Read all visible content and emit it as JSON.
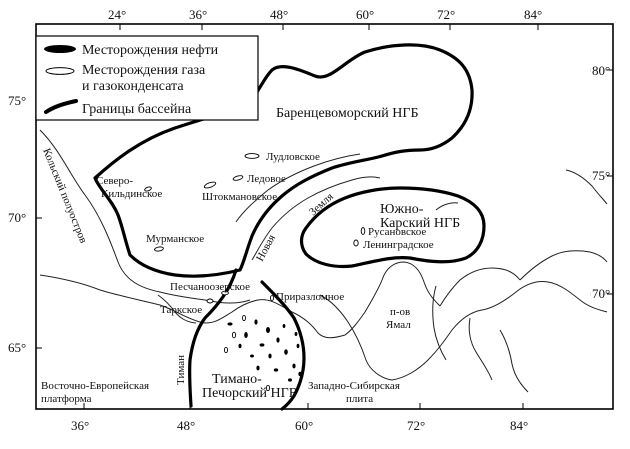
{
  "ticks": {
    "top": [
      "24°",
      "36°",
      "48°",
      "60°",
      "72°",
      "84°"
    ],
    "bottom": [
      "36°",
      "48°",
      "60°",
      "72°",
      "84°"
    ],
    "left": [
      "75°",
      "70°",
      "65°"
    ],
    "right": [
      "80°",
      "75°",
      "70°"
    ]
  },
  "legend": {
    "oil": "Месторождения нефти",
    "gas_line1": "Месторождения газа",
    "gas_line2": "и газоконденсата",
    "boundary": "Границы бассейна"
  },
  "basins": {
    "barents": "Баренцевоморский НГБ",
    "south_kara_1": "Южно-",
    "south_kara_2": "Карский НГБ",
    "timan_pechora_1": "Тимано-",
    "timan_pechora_2": "Печорский НГБ"
  },
  "fields": {
    "ludlovskoe": "Лудловское",
    "ledovoe": "Ледовое",
    "shtokmanovskoe": "Штокмановское",
    "severo_kildinskoe_1": "Северо-",
    "severo_kildinskoe_2": "Кильдинское",
    "murmanskoe": "Мурманское",
    "rusanovskoe": "Русановское",
    "leningradskoe": "Ленинградское",
    "peschanoozerskoe": "Песчаноозерское",
    "tarkskoe": "Таркское",
    "prirazlomnoe": "Приразломное"
  },
  "regions": {
    "kola": "Кольский полуостров",
    "novaya": "Новая",
    "zemlya": "Земля",
    "yamal_1": "п-ов",
    "yamal_2": "Ямал",
    "timan": "Тиман",
    "east_europe_1": "Восточно-Европейская",
    "east_europe_2": "платформа",
    "west_siberia_1": "Западно-Сибирская",
    "west_siberia_2": "плита"
  }
}
